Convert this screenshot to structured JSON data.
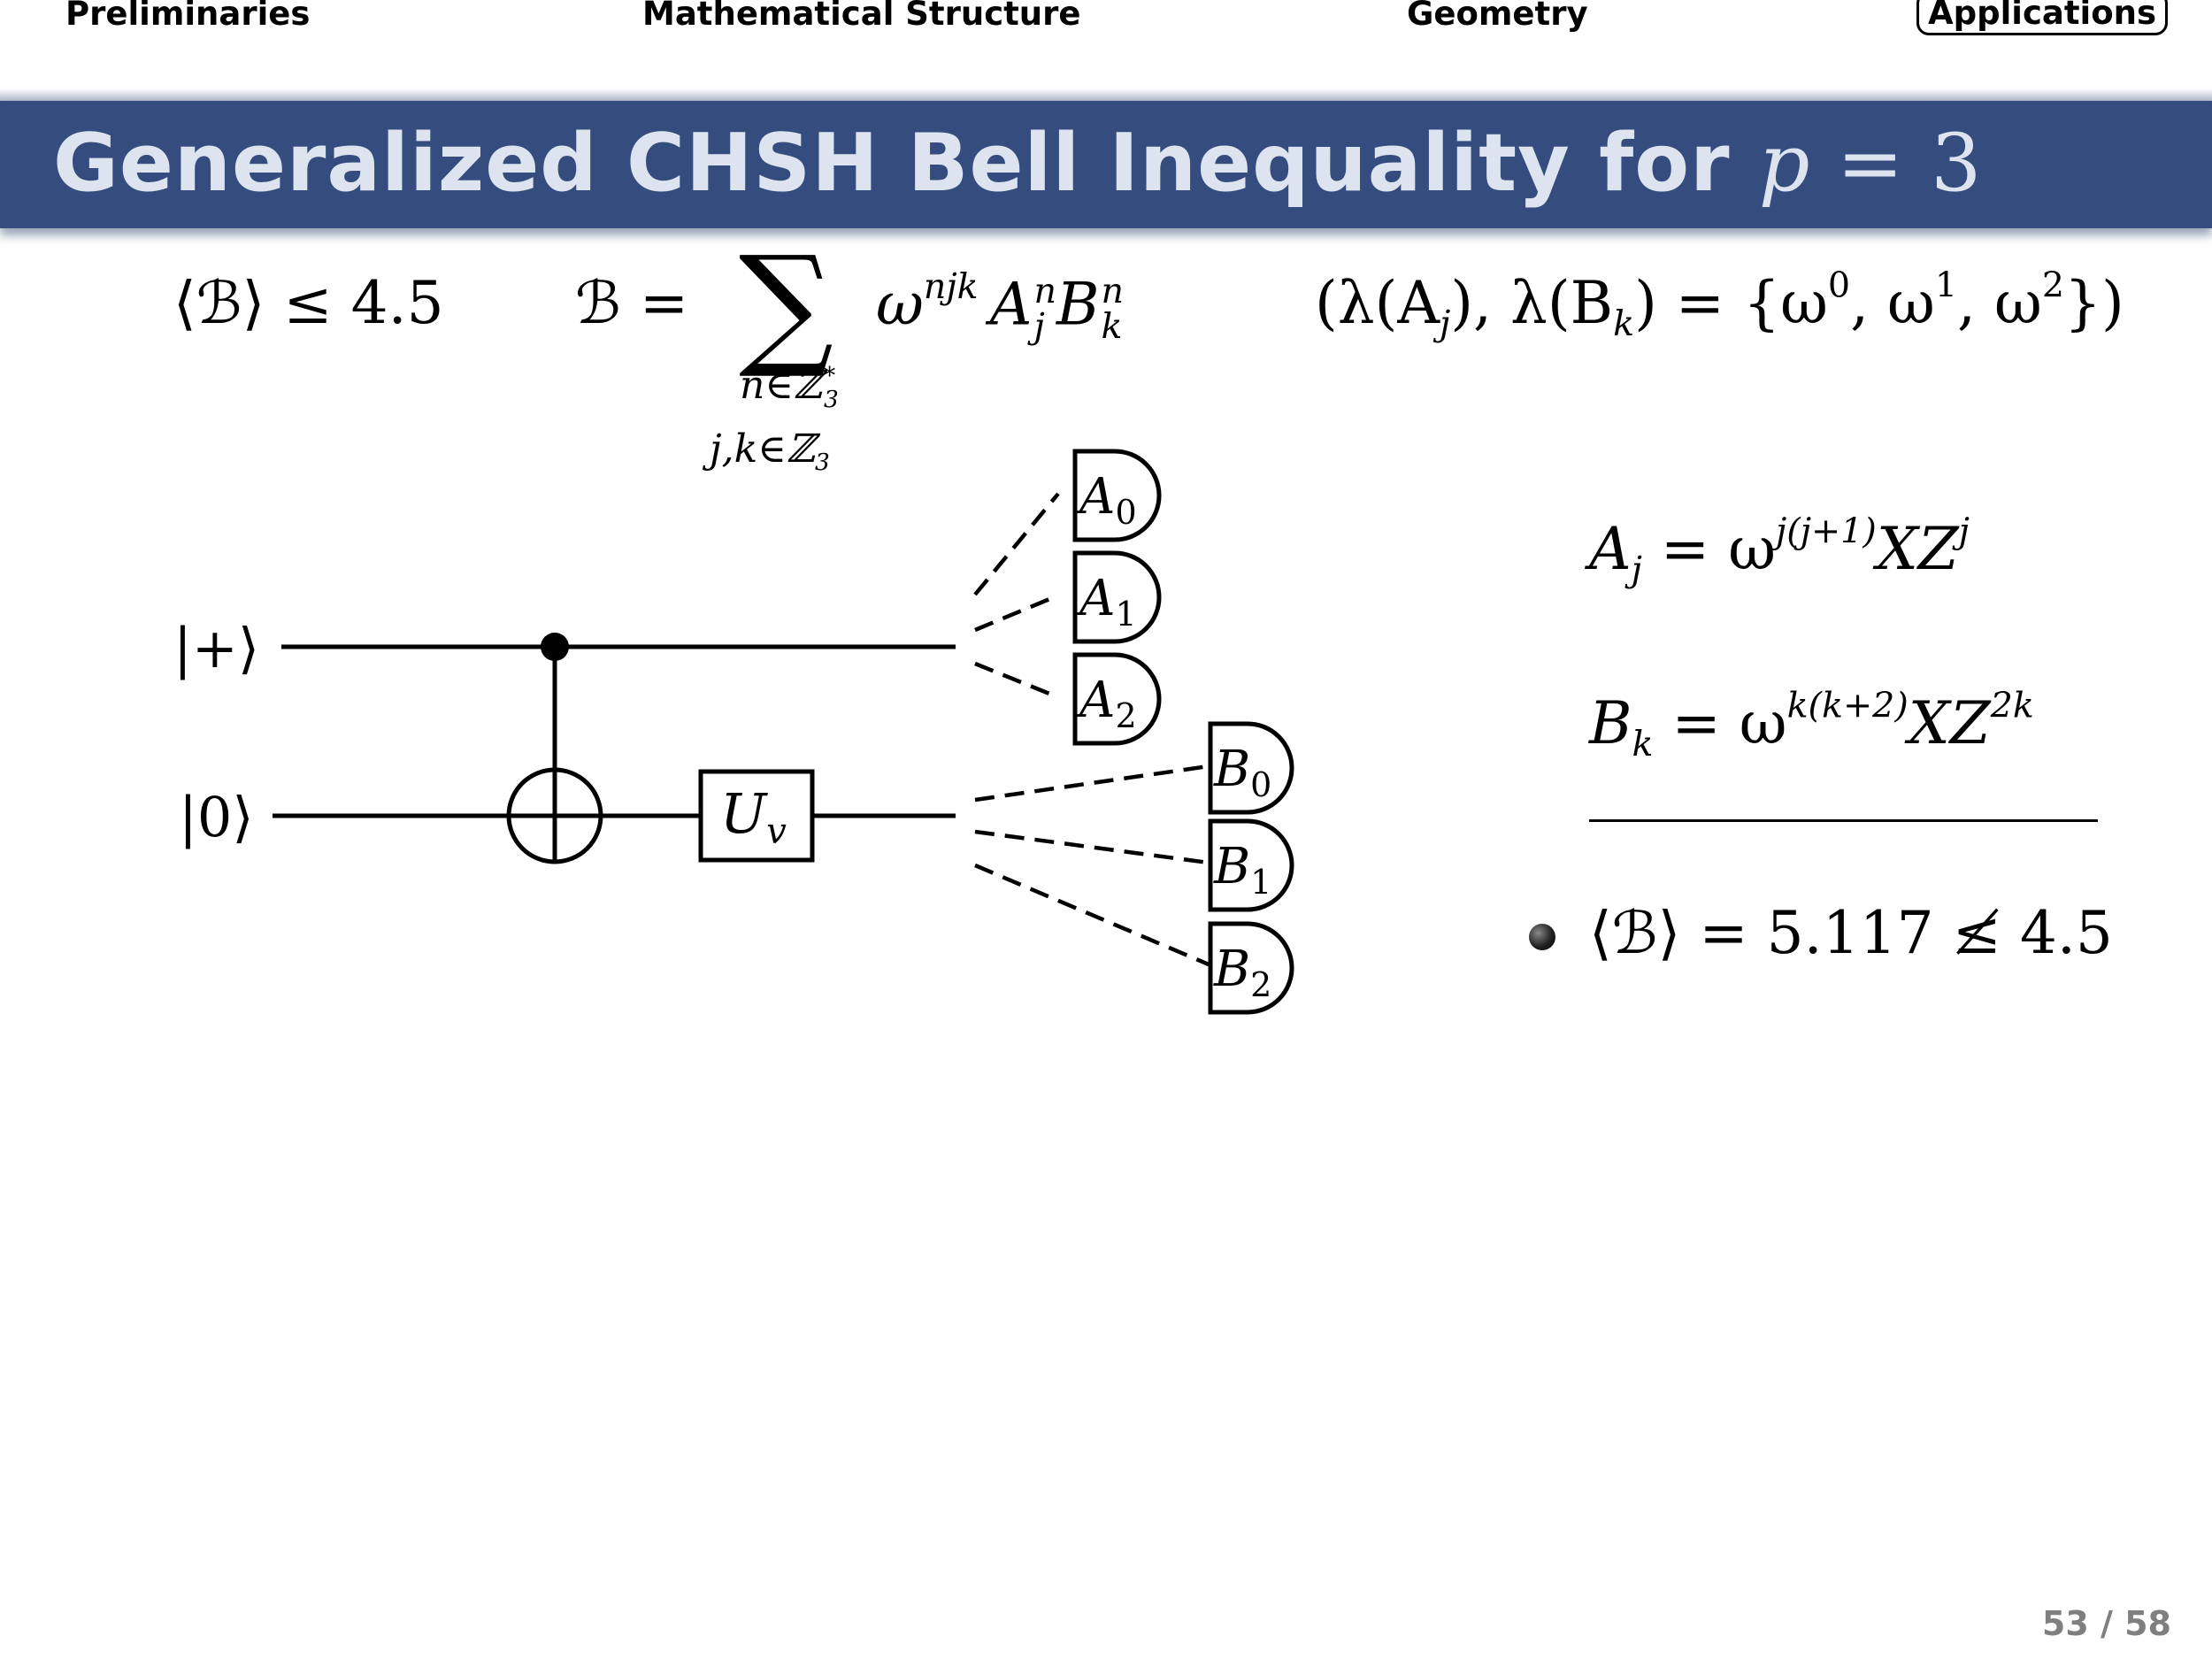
{
  "nav": {
    "items": [
      "Preliminaries",
      "Mathematical Structure",
      "Geometry",
      "Applications"
    ],
    "active": "Applications"
  },
  "title": {
    "text": "Generalized CHSH Bell Inequality for",
    "math_var": "p",
    "math_rest": " = 3"
  },
  "inequality": {
    "bound_left": "⟨ℬ⟩ ≤ 4.5",
    "B_def_lhs": "ℬ =",
    "sum_symbol": "∑",
    "sum_limit_1": "n∈ℤ",
    "sum_limit_1_sup": "*",
    "sum_limit_1_sub": "3",
    "sum_limit_2": "j,k∈ℤ",
    "sum_limit_2_sub": "3",
    "omega": "ω",
    "omega_exp": "njk",
    "A": "A",
    "A_sup": "n",
    "A_sub": "j",
    "B": "B",
    "B_sup": "n",
    "B_sub": "k",
    "eigen_part1": "(λ(A",
    "eigen_sub1": "j",
    "eigen_part2": "), λ(B",
    "eigen_sub2": "k",
    "eigen_part3": ") = {ω",
    "w0": "0",
    "w1": "1",
    "w2": "2",
    "eigen_sep": ", ω",
    "eigen_end": "})"
  },
  "circuit": {
    "input_plus": "|+⟩",
    "input_zero": "|0⟩",
    "gate_label": "U",
    "gate_sub": "v",
    "alice_measurements": [
      {
        "label": "A",
        "sub": "0"
      },
      {
        "label": "A",
        "sub": "1"
      },
      {
        "label": "A",
        "sub": "2"
      }
    ],
    "bob_measurements": [
      {
        "label": "B",
        "sub": "0"
      },
      {
        "label": "B",
        "sub": "1"
      },
      {
        "label": "B",
        "sub": "2"
      }
    ]
  },
  "operators": {
    "Aj_lhs": "A",
    "Aj_sub": "j",
    "Aj_eq": " = ω",
    "Aj_exp": "j(j+1)",
    "Aj_rest": "XZ",
    "Aj_rest_exp": "j",
    "Bk_lhs": "B",
    "Bk_sub": "k",
    "Bk_eq": " = ω",
    "Bk_exp": "k(k+2)",
    "Bk_rest": "XZ",
    "Bk_rest_exp": "2k"
  },
  "result": {
    "text": "⟨ℬ⟩ = 5.117 ≰ 4.5"
  },
  "footer": {
    "page": "53 / 58"
  }
}
